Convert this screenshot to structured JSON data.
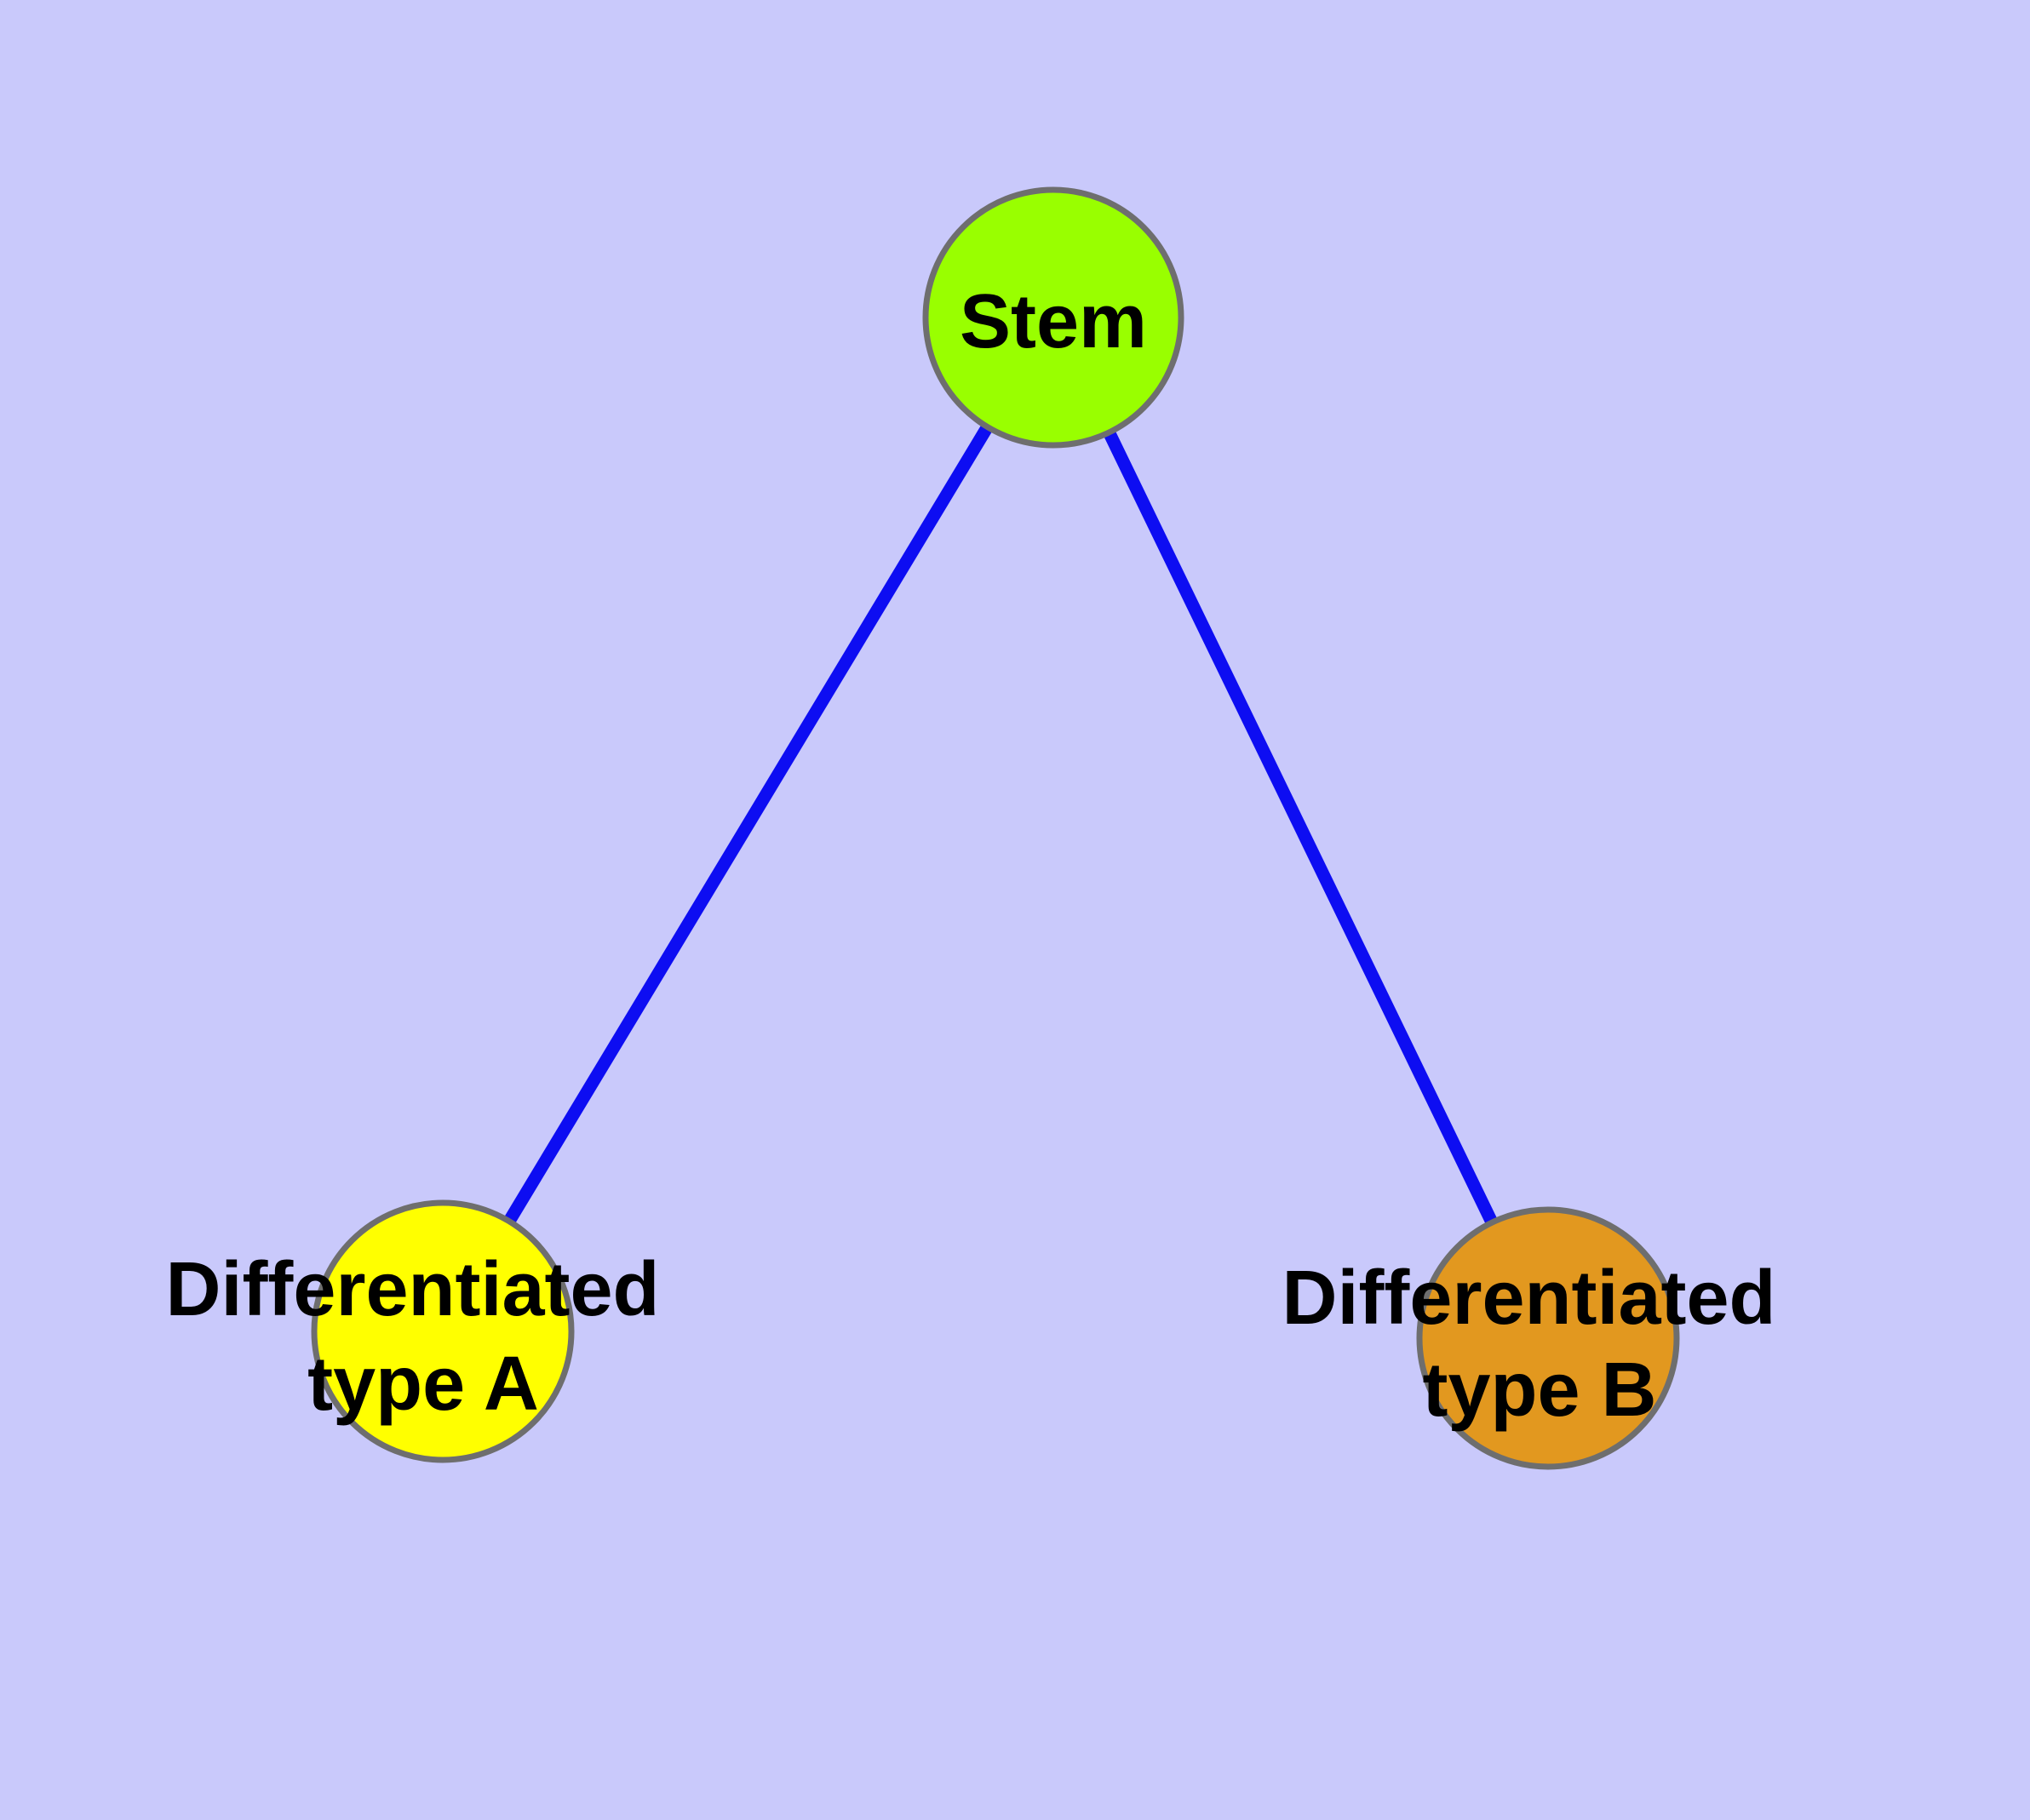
{
  "diagram": {
    "type": "node-link-graph",
    "background_color": "#c9c9fb",
    "edge_color": "#0d0df2",
    "node_border_color": "#6e6e6e",
    "label_color": "#000000",
    "nodes": {
      "stem": {
        "label": "Stem",
        "fill": "#99ff00"
      },
      "type_a": {
        "label_line1": "Differentiated",
        "label_line2": "type A",
        "fill": "#ffff00"
      },
      "type_b": {
        "label_line1": "Differentiated",
        "label_line2": "type B",
        "fill": "#e2981f"
      }
    },
    "edges": [
      {
        "from": "Stem",
        "to": "Differentiated type A"
      },
      {
        "from": "Stem",
        "to": "Differentiated type B"
      }
    ]
  }
}
